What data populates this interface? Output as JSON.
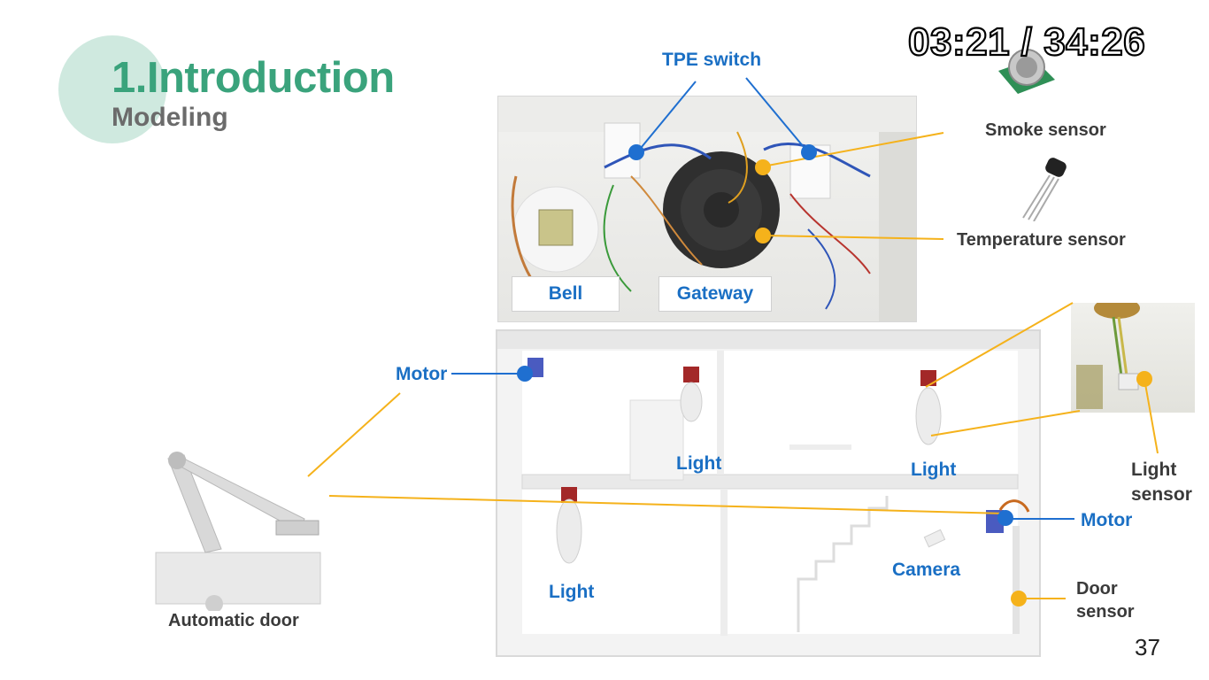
{
  "title": "1.Introduction",
  "subtitle": "Modeling",
  "timestamp": "03:21 / 34:26",
  "labels": {
    "tpe_switch": "TPE switch",
    "smoke_sensor": "Smoke sensor",
    "temperature_sensor": "Temperature sensor",
    "bell": "Bell",
    "gateway": "Gateway",
    "motor_top": "Motor",
    "motor_right": "Motor",
    "light_1": "Light",
    "light_2": "Light",
    "light_3": "Light",
    "light_sensor_line1": "Light",
    "light_sensor_line2": "sensor",
    "camera": "Camera",
    "door_sensor_line1": "Door",
    "door_sensor_line2": "sensor",
    "automatic_door": "Automatic door"
  },
  "page_number": "37",
  "colors": {
    "title_green": "#3aa37c",
    "label_blue": "#1a6fc4",
    "leader_yellow": "#f5b21b",
    "leader_blue": "#1f6fd0"
  }
}
